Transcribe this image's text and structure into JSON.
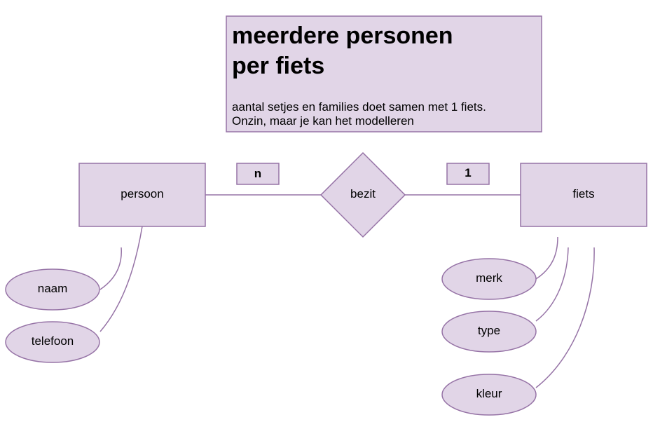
{
  "colors": {
    "fill": "#e1d5e7",
    "stroke": "#9673a6",
    "background": "#ffffff",
    "text": "#000000"
  },
  "note": {
    "title_line1": "meerdere personen",
    "title_line2": "per fiets",
    "body_line1": "aantal setjes en families doet samen met 1 fiets.",
    "body_line2": "Onzin, maar je kan het modelleren"
  },
  "entities": {
    "persoon": "persoon",
    "fiets": "fiets"
  },
  "relationship": {
    "label": "bezit"
  },
  "cardinalities": {
    "left": "n",
    "right": "1"
  },
  "attributes": {
    "naam": "naam",
    "telefoon": "telefoon",
    "merk": "merk",
    "type": "type",
    "kleur": "kleur"
  }
}
